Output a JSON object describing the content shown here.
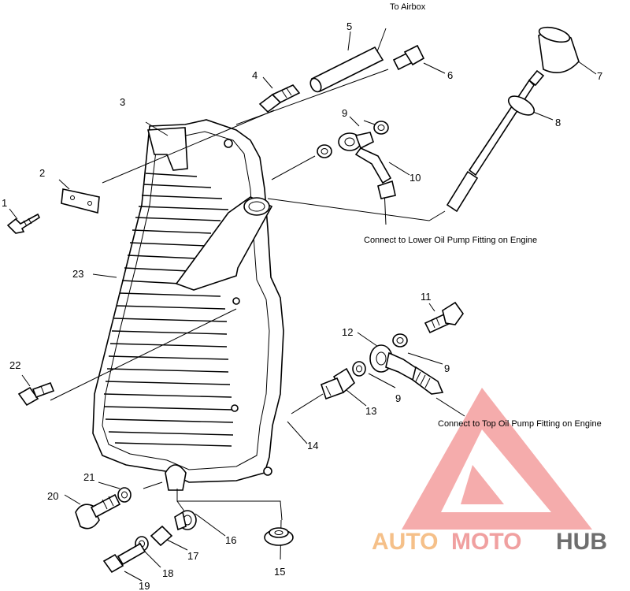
{
  "callouts": {
    "c1": "1",
    "c2": "2",
    "c3": "3",
    "c4": "4",
    "c5": "5",
    "c6": "6",
    "c7": "7",
    "c8": "8",
    "c9a": "9",
    "c9b": "9",
    "c9c": "9",
    "c10": "10",
    "c11": "11",
    "c12": "12",
    "c13": "13",
    "c14": "14",
    "c15": "15",
    "c16": "16",
    "c17": "17",
    "c18": "18",
    "c19": "19",
    "c20": "20",
    "c21": "21",
    "c22": "22",
    "c23": "23"
  },
  "notes": {
    "to_airbox": "To Airbox",
    "lower_pump": "Connect to Lower Oil Pump Fitting on Engine",
    "top_pump": "Connect to Top  Oil Pump Fitting on Engine"
  },
  "watermark": {
    "part1": "AUTO",
    "part2": "MOTO",
    "part3": "HUB",
    "color1": "#f5c089",
    "color2": "#f0a0a0",
    "color3": "#6e6e6e",
    "logo_color": "#f4a3a3"
  }
}
